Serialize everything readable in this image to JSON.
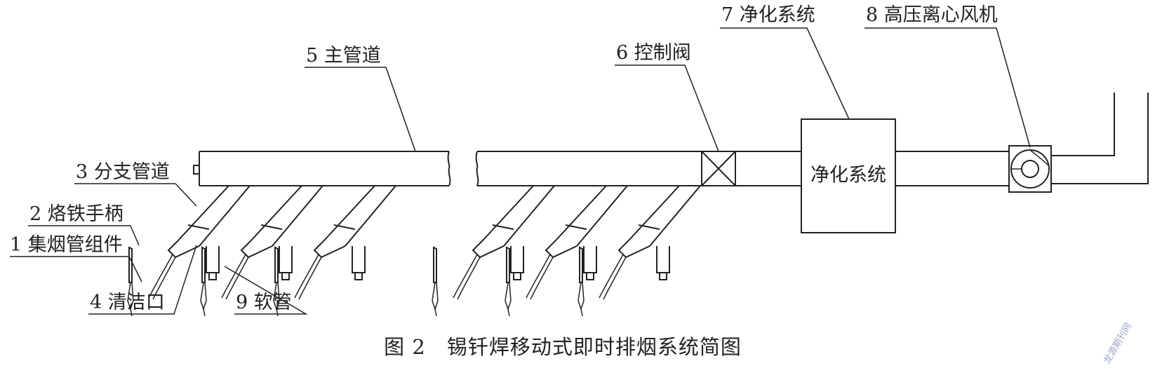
{
  "labels": {
    "l1": "1 集烟管组件",
    "l2": "2 烙铁手柄",
    "l3": "3 分支管道",
    "l4": "4 清洁口",
    "l5": "5 主管道",
    "l6": "6 控制阀",
    "l7": "7 净化系统",
    "l8": "8 高压离心风机",
    "l9": "9 软管"
  },
  "purifier_box_text": "净化系统",
  "caption": "图 2　锡钎焊移动式即时排烟系统简图",
  "watermark": "龙源期刊网"
}
